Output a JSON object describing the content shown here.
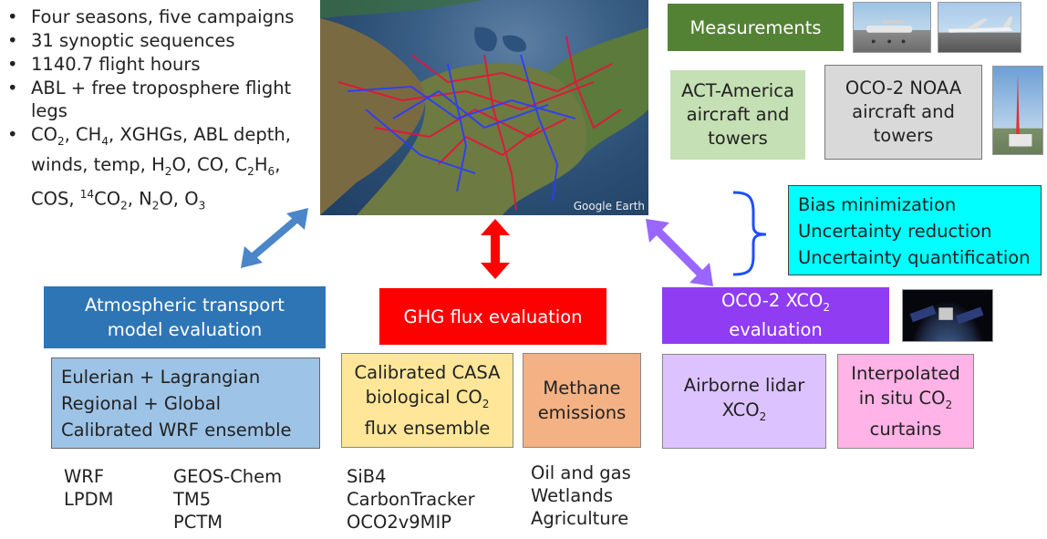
{
  "bullets": {
    "b1": "Four seasons, five campaigns",
    "b2": "31 synoptic sequences",
    "b3": "1140.7 flight hours",
    "b4": "ABL + free troposphere flight legs",
    "b5_text": "CO2, CH4, XGHGs, ABL depth, winds, temp, H2O, CO, C2H6, COS, 14CO2, N2O, O3"
  },
  "map": {
    "watermark": "Google Earth"
  },
  "measurements": {
    "label": "Measurements",
    "act_america": "ACT-America aircraft and towers",
    "oco2_noaa": "OCO-2 NOAA aircraft and towers"
  },
  "bias": {
    "lines": [
      "Bias minimization",
      "Uncertainty reduction",
      "Uncertainty quantification"
    ]
  },
  "sections": {
    "transport": {
      "title": "Atmospheric transport model evaluation",
      "body": [
        "Eulerian + Lagrangian",
        "Regional + Global",
        "Calibrated WRF ensemble"
      ],
      "models_col1": [
        "WRF",
        "LPDM"
      ],
      "models_col2": [
        "GEOS-Chem",
        "TM5",
        "PCTM"
      ]
    },
    "ghg": {
      "title": "GHG flux evaluation",
      "casa_text": "Calibrated CASA biological CO2 flux ensemble",
      "methane": "Methane emissions",
      "models_col1": [
        "SiB4",
        "CarbonTracker",
        "OCO2v9MIP"
      ],
      "models_col2": [
        "Oil and gas",
        "Wetlands",
        "Agriculture"
      ]
    },
    "oco2": {
      "title_text": "OCO-2 XCO2 evaluation",
      "lidar_text": "Airborne lidar XCO2",
      "curtains_text": "Interpolated in situ CO2 curtains"
    }
  },
  "colors": {
    "measurements": "#548235",
    "act_box": "#c5e0b4",
    "oco_box": "#d9d9d9",
    "bias_box": "#00ffff",
    "transport_title": "#2e75b6",
    "transport_body": "#9dc3e6",
    "ghg_title": "#ff0000",
    "casa_box": "#ffe699",
    "methane_box": "#f4b183",
    "oco2_title": "#8f3cf2",
    "lidar_box": "#dcc3ff",
    "curtains_box": "#ffb3e6",
    "arrow_blue": "#4a86c8",
    "arrow_red": "#ff0000",
    "arrow_purple": "#9966ff",
    "brace": "#1f4fff"
  }
}
